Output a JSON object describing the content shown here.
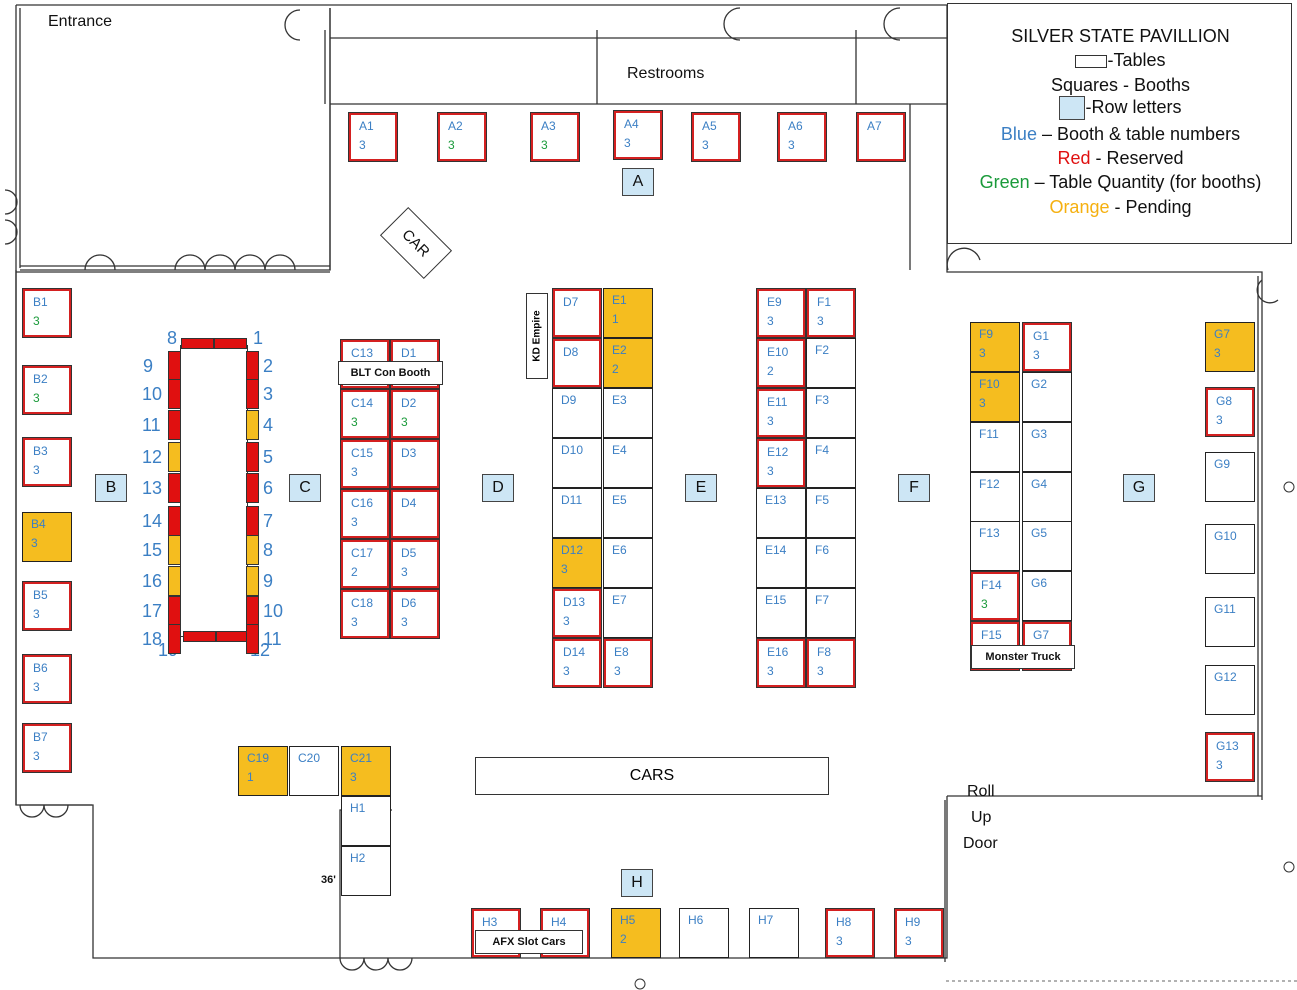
{
  "legend": {
    "title": "SILVER STATE PAVILLION",
    "tables": "-Tables",
    "squares": "Squares - Booths",
    "row_letters": "-Row letters",
    "blue_word": "Blue",
    "blue_rest": " – Booth & table numbers",
    "red_word": "Red",
    "red_rest": " - Reserved",
    "green_word": "Green",
    "green_rest": " – Table Quantity (for booths)",
    "orange_word": "Orange",
    "orange_rest": " - Pending"
  },
  "colors": {
    "reserved": "#d42020",
    "pending": "#f5bd1f",
    "booth_number": "#3b7fc4",
    "table_qty": "#1a9a3a",
    "row_letter_fill": "#cde6f5"
  },
  "labels": {
    "entrance": "Entrance",
    "restrooms": "Restrooms",
    "car": "CAR",
    "cars": "CARS",
    "roll": "Roll",
    "up": "Up",
    "door": "Door",
    "dim_36": "36'",
    "blt_con_booth": "BLT Con Booth",
    "kd_empire": "KD Empire",
    "monster_truck": "Monster Truck",
    "afx_slot_cars": "AFX Slot Cars"
  },
  "rows": [
    "A",
    "B",
    "C",
    "D",
    "E",
    "F",
    "G",
    "H"
  ],
  "booths": [
    {
      "id": "A1",
      "qty": "3",
      "reserved": true,
      "pending": false
    },
    {
      "id": "A2",
      "qty": "3",
      "qtyColor": "green",
      "reserved": true,
      "pending": false
    },
    {
      "id": "A3",
      "qty": "3",
      "qtyColor": "green",
      "reserved": true,
      "pending": false
    },
    {
      "id": "A4",
      "qty": "3",
      "reserved": true,
      "pending": false
    },
    {
      "id": "A5",
      "qty": "3",
      "reserved": true,
      "pending": false
    },
    {
      "id": "A6",
      "qty": "3",
      "reserved": true,
      "pending": false
    },
    {
      "id": "A7",
      "qty": "",
      "reserved": true,
      "pending": false
    },
    {
      "id": "B1",
      "qty": "3",
      "qtyColor": "green",
      "reserved": true,
      "pending": false
    },
    {
      "id": "B2",
      "qty": "3",
      "qtyColor": "green",
      "reserved": true,
      "pending": false
    },
    {
      "id": "B3",
      "qty": "3",
      "reserved": true,
      "pending": false
    },
    {
      "id": "B4",
      "qty": "3",
      "reserved": false,
      "pending": true
    },
    {
      "id": "B5",
      "qty": "3",
      "reserved": true,
      "pending": false
    },
    {
      "id": "B6",
      "qty": "3",
      "reserved": true,
      "pending": false
    },
    {
      "id": "B7",
      "qty": "3",
      "reserved": true,
      "pending": false
    },
    {
      "id": "C13",
      "qty": "",
      "reserved": true,
      "pending": false
    },
    {
      "id": "D1",
      "qty": "",
      "reserved": true,
      "pending": false
    },
    {
      "id": "C14",
      "qty": "3",
      "qtyColor": "green",
      "reserved": true,
      "pending": false
    },
    {
      "id": "D2",
      "qty": "3",
      "qtyColor": "green",
      "reserved": true,
      "pending": false
    },
    {
      "id": "C15",
      "qty": "3",
      "reserved": true,
      "pending": false
    },
    {
      "id": "D3",
      "qty": "",
      "reserved": true,
      "pending": false
    },
    {
      "id": "C16",
      "qty": "3",
      "reserved": true,
      "pending": false
    },
    {
      "id": "D4",
      "qty": "",
      "reserved": true,
      "pending": false
    },
    {
      "id": "C17",
      "qty": "2",
      "reserved": true,
      "pending": false
    },
    {
      "id": "D5",
      "qty": "3",
      "reserved": true,
      "pending": false
    },
    {
      "id": "C18",
      "qty": "3",
      "reserved": true,
      "pending": false
    },
    {
      "id": "D6",
      "qty": "3",
      "reserved": true,
      "pending": false
    },
    {
      "id": "C19",
      "qty": "1",
      "reserved": false,
      "pending": true
    },
    {
      "id": "C20",
      "qty": "",
      "reserved": false,
      "pending": false
    },
    {
      "id": "C21",
      "qty": "3",
      "reserved": false,
      "pending": true
    },
    {
      "id": "D7",
      "qty": "",
      "reserved": true,
      "pending": false
    },
    {
      "id": "E1",
      "qty": "1",
      "reserved": false,
      "pending": true
    },
    {
      "id": "D8",
      "qty": "",
      "reserved": true,
      "pending": false
    },
    {
      "id": "E2",
      "qty": "2",
      "reserved": false,
      "pending": true
    },
    {
      "id": "D9",
      "qty": "",
      "reserved": false,
      "pending": false
    },
    {
      "id": "E3",
      "qty": "",
      "reserved": false,
      "pending": false
    },
    {
      "id": "D10",
      "qty": "",
      "reserved": false,
      "pending": false
    },
    {
      "id": "E4",
      "qty": "",
      "reserved": false,
      "pending": false
    },
    {
      "id": "D11",
      "qty": "",
      "reserved": false,
      "pending": false
    },
    {
      "id": "E5",
      "qty": "",
      "reserved": false,
      "pending": false
    },
    {
      "id": "D12",
      "qty": "3",
      "reserved": false,
      "pending": true
    },
    {
      "id": "E6",
      "qty": "",
      "reserved": false,
      "pending": false
    },
    {
      "id": "D13",
      "qty": "3",
      "reserved": true,
      "pending": false
    },
    {
      "id": "E7",
      "qty": "",
      "reserved": false,
      "pending": false
    },
    {
      "id": "D14",
      "qty": "3",
      "reserved": true,
      "pending": false
    },
    {
      "id": "E8",
      "qty": "3",
      "reserved": true,
      "pending": false
    },
    {
      "id": "E9",
      "qty": "3",
      "reserved": true,
      "pending": false
    },
    {
      "id": "F1",
      "qty": "3",
      "reserved": true,
      "pending": false
    },
    {
      "id": "E10",
      "qty": "2",
      "reserved": true,
      "pending": false
    },
    {
      "id": "F2",
      "qty": "",
      "reserved": false,
      "pending": false
    },
    {
      "id": "E11",
      "qty": "3",
      "reserved": true,
      "pending": false
    },
    {
      "id": "F3",
      "qty": "",
      "reserved": false,
      "pending": false
    },
    {
      "id": "E12",
      "qty": "3",
      "reserved": true,
      "pending": false
    },
    {
      "id": "F4",
      "qty": "",
      "reserved": false,
      "pending": false
    },
    {
      "id": "E13",
      "qty": "",
      "reserved": false,
      "pending": false
    },
    {
      "id": "F5",
      "qty": "",
      "reserved": false,
      "pending": false
    },
    {
      "id": "E14",
      "qty": "",
      "reserved": false,
      "pending": false
    },
    {
      "id": "F6",
      "qty": "",
      "reserved": false,
      "pending": false
    },
    {
      "id": "E15",
      "qty": "",
      "reserved": false,
      "pending": false
    },
    {
      "id": "F7",
      "qty": "",
      "reserved": false,
      "pending": false
    },
    {
      "id": "E16",
      "qty": "3",
      "reserved": true,
      "pending": false
    },
    {
      "id": "F8",
      "qty": "3",
      "reserved": true,
      "pending": false
    },
    {
      "id": "F9",
      "qty": "3",
      "reserved": false,
      "pending": true
    },
    {
      "id": "G1",
      "qty": "3",
      "reserved": true,
      "pending": false
    },
    {
      "id": "F10",
      "qty": "3",
      "reserved": false,
      "pending": true
    },
    {
      "id": "G2",
      "qty": "",
      "reserved": false,
      "pending": false
    },
    {
      "id": "F11",
      "qty": "",
      "reserved": false,
      "pending": false
    },
    {
      "id": "G3",
      "qty": "",
      "reserved": false,
      "pending": false
    },
    {
      "id": "F12",
      "qty": "",
      "reserved": false,
      "pending": false
    },
    {
      "id": "G4",
      "qty": "",
      "reserved": false,
      "pending": false
    },
    {
      "id": "F13",
      "qty": "",
      "reserved": false,
      "pending": false
    },
    {
      "id": "G5",
      "qty": "",
      "reserved": false,
      "pending": false
    },
    {
      "id": "F14",
      "qty": "3",
      "qtyColor": "green",
      "reserved": true,
      "pending": false
    },
    {
      "id": "G6",
      "qty": "",
      "reserved": false,
      "pending": false
    },
    {
      "id": "F15",
      "qty": "",
      "reserved": true,
      "pending": false
    },
    {
      "id": "G7",
      "qty": "",
      "reserved": true,
      "pending": false
    },
    {
      "id": "G7",
      "qty": "3",
      "reserved": false,
      "pending": true
    },
    {
      "id": "G8",
      "qty": "3",
      "reserved": true,
      "pending": false
    },
    {
      "id": "G9",
      "qty": "",
      "reserved": false,
      "pending": false
    },
    {
      "id": "G10",
      "qty": "",
      "reserved": false,
      "pending": false
    },
    {
      "id": "G11",
      "qty": "",
      "reserved": false,
      "pending": false
    },
    {
      "id": "G12",
      "qty": "",
      "reserved": false,
      "pending": false
    },
    {
      "id": "G13",
      "qty": "3",
      "reserved": true,
      "pending": false
    },
    {
      "id": "H1",
      "qty": "",
      "reserved": false,
      "pending": false
    },
    {
      "id": "H2",
      "qty": "",
      "reserved": false,
      "pending": false
    },
    {
      "id": "H3",
      "qty": "",
      "reserved": true,
      "pending": false
    },
    {
      "id": "H4",
      "qty": "",
      "reserved": true,
      "pending": false
    },
    {
      "id": "H5",
      "qty": "2",
      "reserved": false,
      "pending": true
    },
    {
      "id": "H6",
      "qty": "",
      "reserved": false,
      "pending": false
    },
    {
      "id": "H7",
      "qty": "",
      "reserved": false,
      "pending": false
    },
    {
      "id": "H8",
      "qty": "3",
      "reserved": true,
      "pending": false
    },
    {
      "id": "H9",
      "qty": "3",
      "reserved": true,
      "pending": false
    }
  ],
  "ring_tables": {
    "top": [
      {
        "id": "8",
        "status": "reserved"
      },
      {
        "id": "1",
        "status": "reserved"
      }
    ],
    "left": [
      {
        "id": "9",
        "status": "reserved"
      },
      {
        "id": "10",
        "status": "reserved"
      },
      {
        "id": "11",
        "status": "reserved"
      },
      {
        "id": "12",
        "status": "pending"
      },
      {
        "id": "13",
        "status": "reserved"
      },
      {
        "id": "14",
        "status": "reserved"
      },
      {
        "id": "15",
        "status": "pending"
      },
      {
        "id": "16",
        "status": "pending"
      },
      {
        "id": "17",
        "status": "reserved"
      },
      {
        "id": "18",
        "status": "reserved"
      }
    ],
    "right": [
      {
        "id": "2",
        "status": "reserved"
      },
      {
        "id": "3",
        "status": "reserved"
      },
      {
        "id": "4",
        "status": "pending"
      },
      {
        "id": "5",
        "status": "reserved"
      },
      {
        "id": "6",
        "status": "reserved"
      },
      {
        "id": "7",
        "status": "reserved"
      },
      {
        "id": "8",
        "status": "pending"
      },
      {
        "id": "9",
        "status": "pending"
      },
      {
        "id": "10",
        "status": "reserved"
      },
      {
        "id": "11",
        "status": "reserved"
      }
    ],
    "bottom": [
      {
        "id": "19",
        "status": "reserved"
      },
      {
        "id": "12",
        "status": "reserved"
      }
    ]
  }
}
